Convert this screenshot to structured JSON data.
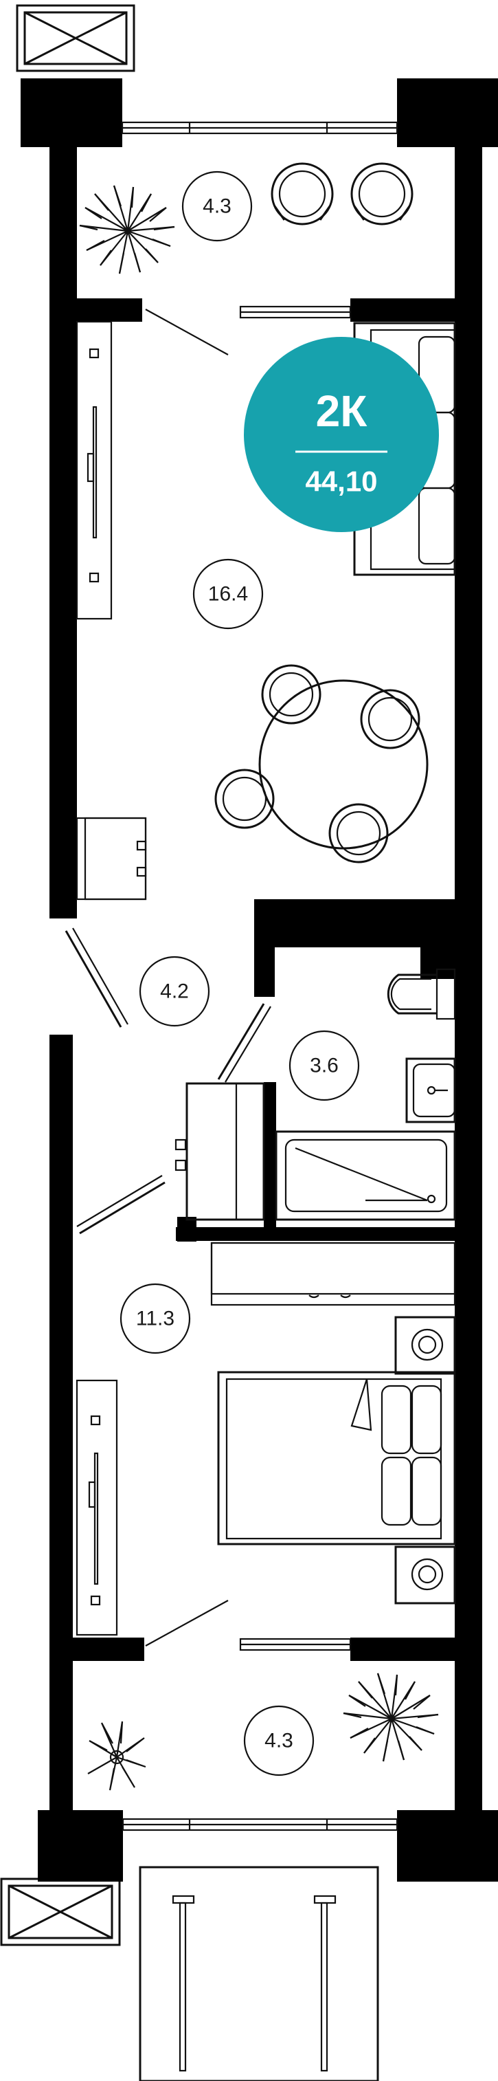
{
  "apartment": {
    "type": "2К",
    "area": "44,10",
    "badge_color": "#17a2ad"
  },
  "rooms": [
    {
      "id": "balcony-top",
      "area": "4.3"
    },
    {
      "id": "living-kitchen",
      "area": "16.4"
    },
    {
      "id": "hallway",
      "area": "4.2"
    },
    {
      "id": "bathroom",
      "area": "3.6"
    },
    {
      "id": "bedroom",
      "area": "11.3"
    },
    {
      "id": "balcony-bottom",
      "area": "4.3"
    }
  ],
  "colors": {
    "wall": "#000000",
    "line": "#111111",
    "background": "#ffffff"
  },
  "icons": [
    "ac-unit-icon",
    "plant-icon",
    "armchair-icon",
    "sofa-icon",
    "dining-table-icon",
    "toilet-icon",
    "sink-icon",
    "bathtub-icon",
    "bed-icon",
    "nightstand-icon",
    "wardrobe-icon",
    "door-icon",
    "window-icon"
  ]
}
